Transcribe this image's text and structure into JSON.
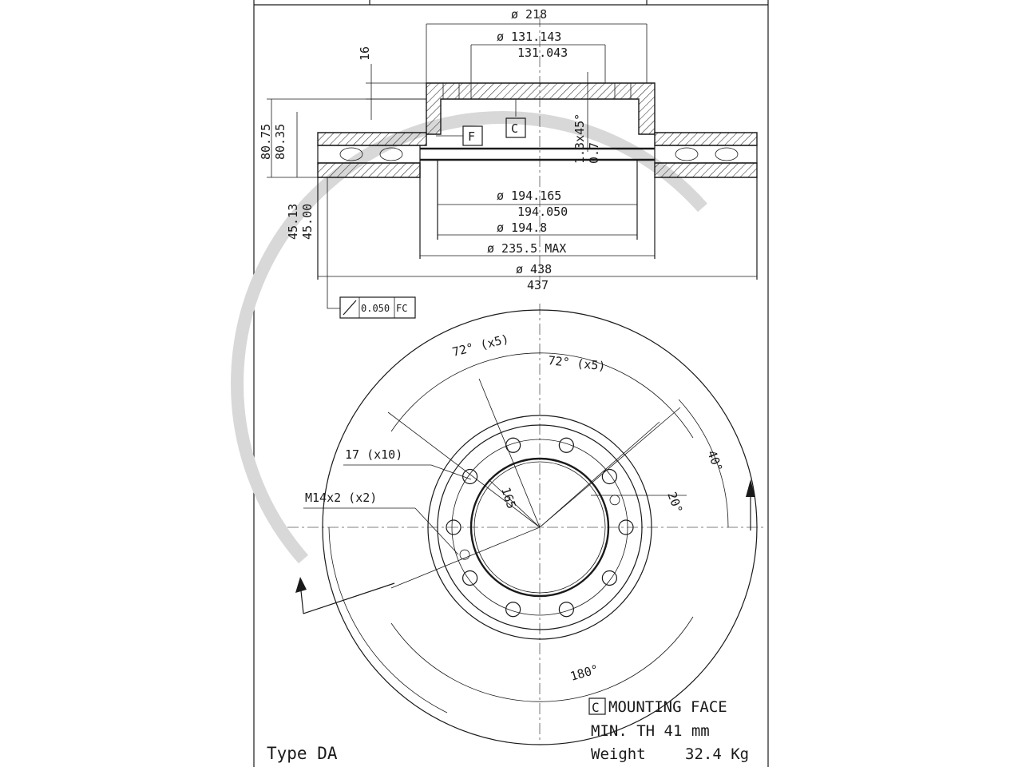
{
  "section_view": {
    "d218": "ø 218",
    "d131a": "ø 131.143",
    "d131b": "131.043",
    "h16": "16",
    "h80a": "80.75",
    "h80b": "80.35",
    "chamfer": "1.3x45°",
    "chamfer2": "0.7",
    "datum_c": "C",
    "datum_f": "F",
    "d194a": "ø 194.165",
    "d194b": "194.050",
    "d194c": "ø 194.8",
    "d235": "ø 235.5 MAX",
    "d438": "ø 438",
    "d437": "437",
    "h45a": "45.13",
    "h45b": "45.00",
    "tolerance": "0.050",
    "tolerance_ref": "FC"
  },
  "plan_view": {
    "angle1": "72° (x5)",
    "angle2": "72° (x5)",
    "holes": "17 (x10)",
    "thread": "M14x2 (x2)",
    "radius": "165",
    "angle40": "40°",
    "angle20": "20°",
    "angle180": "180°"
  },
  "notes": {
    "mounting_letter": "C",
    "mounting": "MOUNTING FACE",
    "min_th": "MIN. TH 41 mm",
    "weight_label": "Weight",
    "weight_value": "32.4 Kg",
    "type": "Type DA"
  }
}
